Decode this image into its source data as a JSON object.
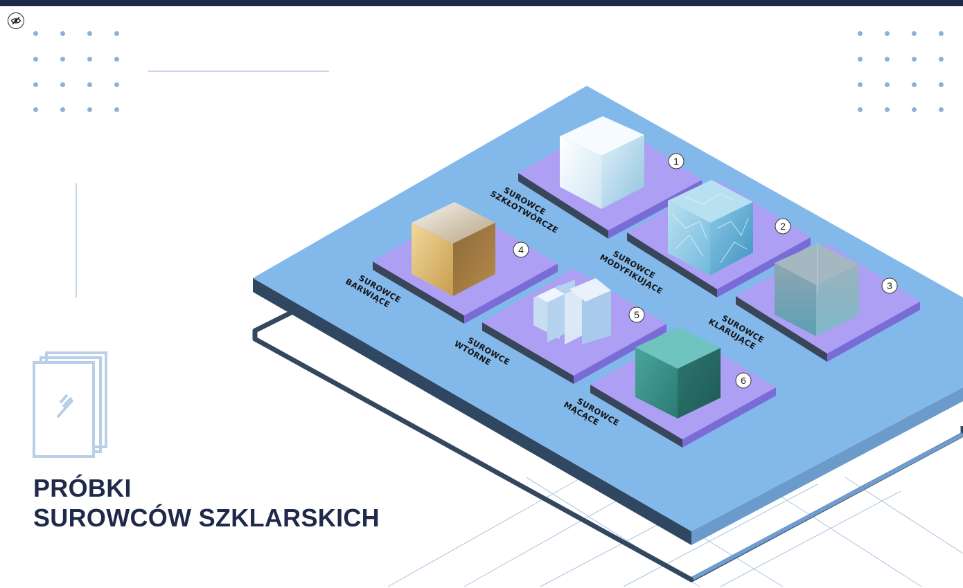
{
  "title": {
    "line1": "PRÓBKI",
    "line2": "SUROWCÓW SZKLARSKICH"
  },
  "toolbar": {
    "visibility_icon": "eye-off-icon"
  },
  "colors": {
    "navy": "#1f2a4a",
    "board": "#83b8eb",
    "plate": "#ad9ff3",
    "dots": "#8fb0d6"
  },
  "samples": [
    {
      "number": "1",
      "label_line1": "SUROWCE",
      "label_line2": "SZKŁOTWÓRCZE"
    },
    {
      "number": "2",
      "label_line1": "SUROWCE",
      "label_line2": "MODYFIKUJĄCE"
    },
    {
      "number": "3",
      "label_line1": "SUROWCE",
      "label_line2": "KLARUJĄCE"
    },
    {
      "number": "4",
      "label_line1": "SUROWCE",
      "label_line2": "BARWIĄCE"
    },
    {
      "number": "5",
      "label_line1": "SUROWCE",
      "label_line2": "WTÓRNE"
    },
    {
      "number": "6",
      "label_line1": "SUROWCE",
      "label_line2": "MĄCĄCE"
    }
  ]
}
